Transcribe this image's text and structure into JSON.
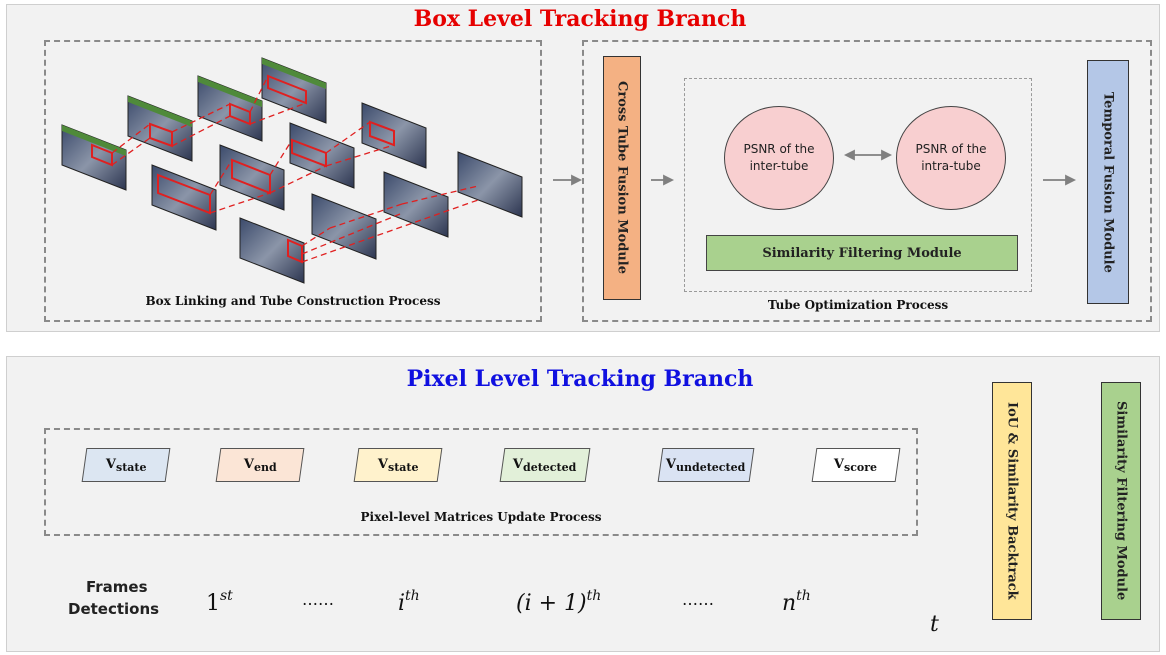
{
  "box_branch": {
    "title": "Box Level Tracking Branch",
    "linking_caption": "Box Linking and Tube Construction Process",
    "cross_tube_module": "Cross Tube Fusion Module",
    "psnr_inter": [
      "PSNR of the",
      "inter-tube"
    ],
    "psnr_intra": [
      "PSNR of the",
      "intra-tube"
    ],
    "similarity_filter": "Similarity Filtering Module",
    "optimization_caption": "Tube Optimization Process",
    "temporal_module": "Temporal Fusion Module"
  },
  "pixel_branch": {
    "title": "Pixel Level Tracking Branch",
    "matrices": [
      {
        "base": "V",
        "sub": "state",
        "color": "#dce6f2"
      },
      {
        "base": "V",
        "sub": "end",
        "color": "#fbe5d6"
      },
      {
        "base": "V",
        "sub": "state",
        "color": "#fff2cc"
      },
      {
        "base": "V",
        "sub": "detected",
        "color": "#e2f0d9"
      },
      {
        "base": "V",
        "sub": "undetected",
        "color": "#dae3f3"
      },
      {
        "base": "V",
        "sub": "score",
        "color": "#ffffff"
      }
    ],
    "matrices_caption": "Pixel-level Matrices Update Process",
    "iou_backtrack": "IoU & Similarity Backtrack",
    "similarity_filter": "Similarity Filtering Module",
    "frames_label": "Frames",
    "detections_label": "Detections",
    "timeline": {
      "t1": {
        "base": "1",
        "sup": "st"
      },
      "dots1": "……",
      "ti": {
        "base": "i",
        "sup": "th"
      },
      "ti1": {
        "base": "(i + 1)",
        "sup": "th"
      },
      "dots2": "……",
      "tn": {
        "base": "n",
        "sup": "th"
      },
      "axis": "t"
    }
  },
  "colors": {
    "box_title": "#e60000",
    "pixel_title": "#1010e0",
    "cross_tube": "#f4b183",
    "temporal": "#b4c7e7",
    "iou": "#ffe699",
    "sim_filter": "#a9d18e",
    "circle": "#f8cfd0"
  }
}
